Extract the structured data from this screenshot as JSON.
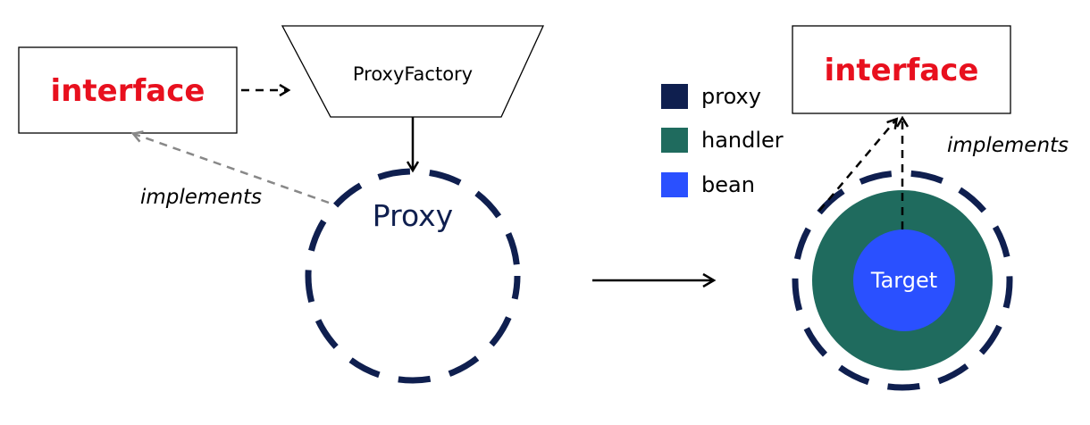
{
  "colors": {
    "interface_text": "#e8101e",
    "proxy": "#0f1f4f",
    "handler": "#1f6b5e",
    "bean": "#2a50ff",
    "implements_arrow_left": "#888888",
    "stroke": "#000000"
  },
  "left": {
    "interface_label": "interface",
    "factory_label": "ProxyFactory",
    "proxy_label": "Proxy",
    "implements_label": "implements"
  },
  "legend": {
    "items": [
      {
        "label": "proxy",
        "color": "#0f1f4f"
      },
      {
        "label": "handler",
        "color": "#1f6b5e"
      },
      {
        "label": "bean",
        "color": "#2a50ff"
      }
    ]
  },
  "right": {
    "interface_label": "interface",
    "target_label": "Target",
    "implements_label": "implements"
  }
}
